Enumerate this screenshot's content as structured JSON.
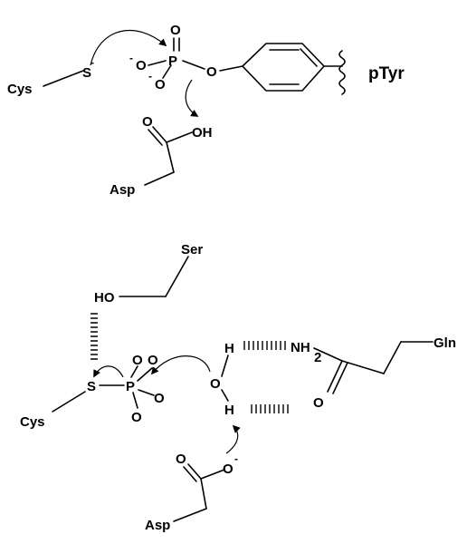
{
  "top": {
    "cys": "Cys",
    "s": "S",
    "s_charge": "-",
    "o_double": "O",
    "o_minus_left": "O",
    "o_minus_bottom": "O",
    "p": "P",
    "o_bridge": "O",
    "ptyr": "pTyr",
    "oh": "OH",
    "o_carbonyl": "O",
    "asp": "Asp",
    "minus": "-"
  },
  "bottom": {
    "ser": "Ser",
    "ho": "HO",
    "cys": "Cys",
    "s": "S",
    "p": "P",
    "o_top_a": "O",
    "o_top_b": "O",
    "o_right": "O",
    "o_down": "O",
    "water_o": "O",
    "h_top": "H",
    "h_bottom": "H",
    "nh2_nh": "NH",
    "nh2_sub": "2",
    "gln": "Gln",
    "gln_o": "O",
    "asp": "Asp",
    "asp_o_carbonyl": "O",
    "asp_o_minus": "O",
    "minus": "-"
  }
}
